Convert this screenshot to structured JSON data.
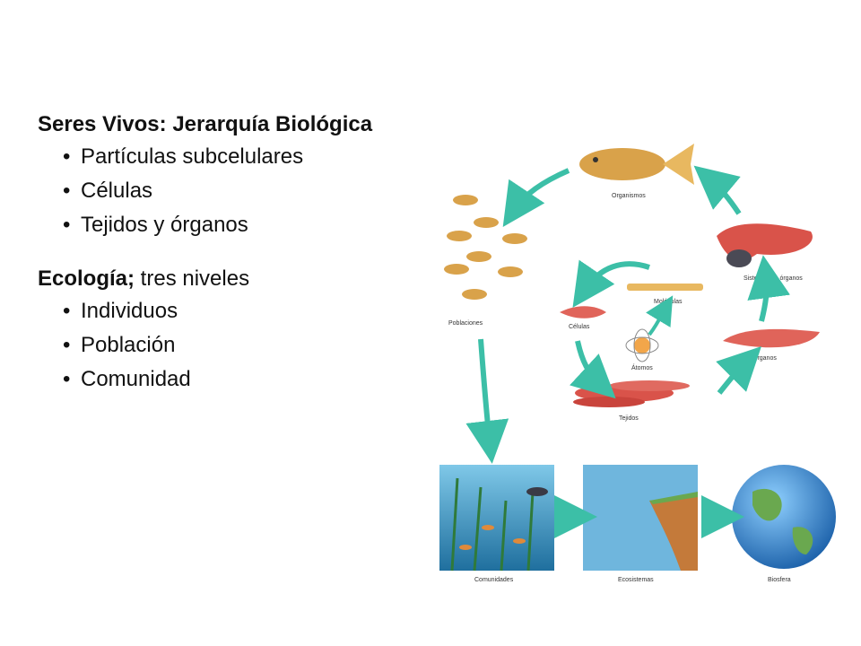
{
  "slide": {
    "heading1": "Seres Vivos: Jerarquía Biológica",
    "list1": [
      "Partículas subcelulares",
      "Células",
      "Tejidos y órganos"
    ],
    "heading2_bold": "Ecología;",
    "heading2_rest": " tres niveles",
    "list2": [
      "Individuos",
      "Población",
      "Comunidad"
    ]
  },
  "figure": {
    "labels": {
      "organismos": "Organismos",
      "sistemas": "Sistemas de órganos",
      "organos": "Órganos",
      "tejidos": "Tejidos",
      "celulas": "Células",
      "moleculas": "Moléculas",
      "atomos": "Átomos",
      "poblaciones": "Poblaciones",
      "comunidades": "Comunidades",
      "ecosistemas": "Ecosistemas",
      "biosfera": "Biosfera"
    },
    "colors": {
      "arrow": "#3cbfa7",
      "fish": "#d9a24a",
      "tissue": "#d9534a",
      "water": "#2f8fc4",
      "land": "#c47a3a"
    }
  }
}
